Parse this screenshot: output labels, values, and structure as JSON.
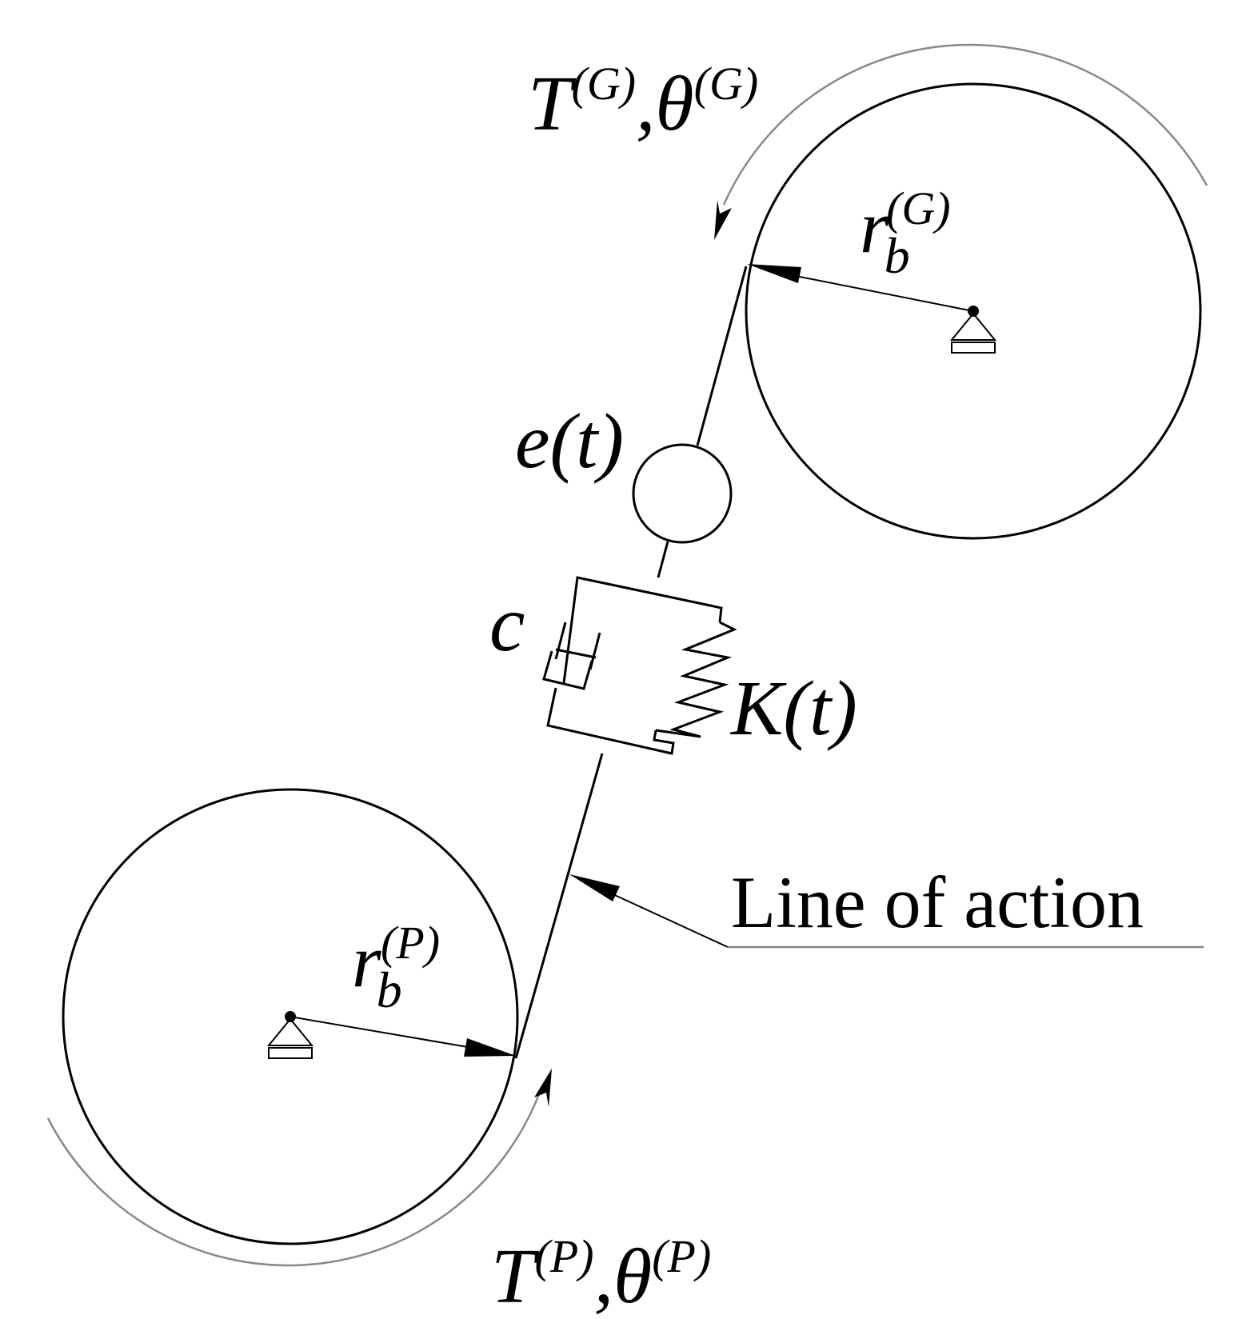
{
  "gear_upper": {
    "symbol": "T",
    "superscript": "(G)",
    "separator": ",",
    "angle_symbol": "θ",
    "angle_superscript": "(G)",
    "radius_symbol": "r",
    "radius_subscript": "b",
    "radius_superscript": "(G)"
  },
  "gear_lower": {
    "symbol": "T",
    "superscript": "(P)",
    "separator": ",",
    "angle_symbol": "θ",
    "angle_superscript": "(P)",
    "radius_symbol": "r",
    "radius_subscript": "b",
    "radius_superscript": "(P)"
  },
  "error_label": "e(t)",
  "damper_label": "c",
  "spring_label": "K(t)",
  "line_of_action_label": "Line of action"
}
